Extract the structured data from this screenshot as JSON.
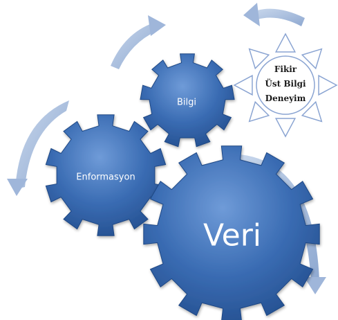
{
  "diagram": {
    "gears": [
      {
        "id": "veri",
        "label": "Veri"
      },
      {
        "id": "enformasyon",
        "label": "Enformasyon"
      },
      {
        "id": "bilgi",
        "label": "Bilgi"
      }
    ],
    "sun": {
      "lines": [
        "Fikir",
        "Üst Bilgi",
        "Deneyim"
      ]
    }
  },
  "colors": {
    "gear_fill": "#2e62a8",
    "gear_fill_light": "#5d8cd0",
    "arrow_fill": "#a9bfde",
    "sun_stroke": "#8aa4d2"
  },
  "icons": [
    "curved-arrow-icon",
    "sun-burst-icon",
    "gear-icon"
  ]
}
